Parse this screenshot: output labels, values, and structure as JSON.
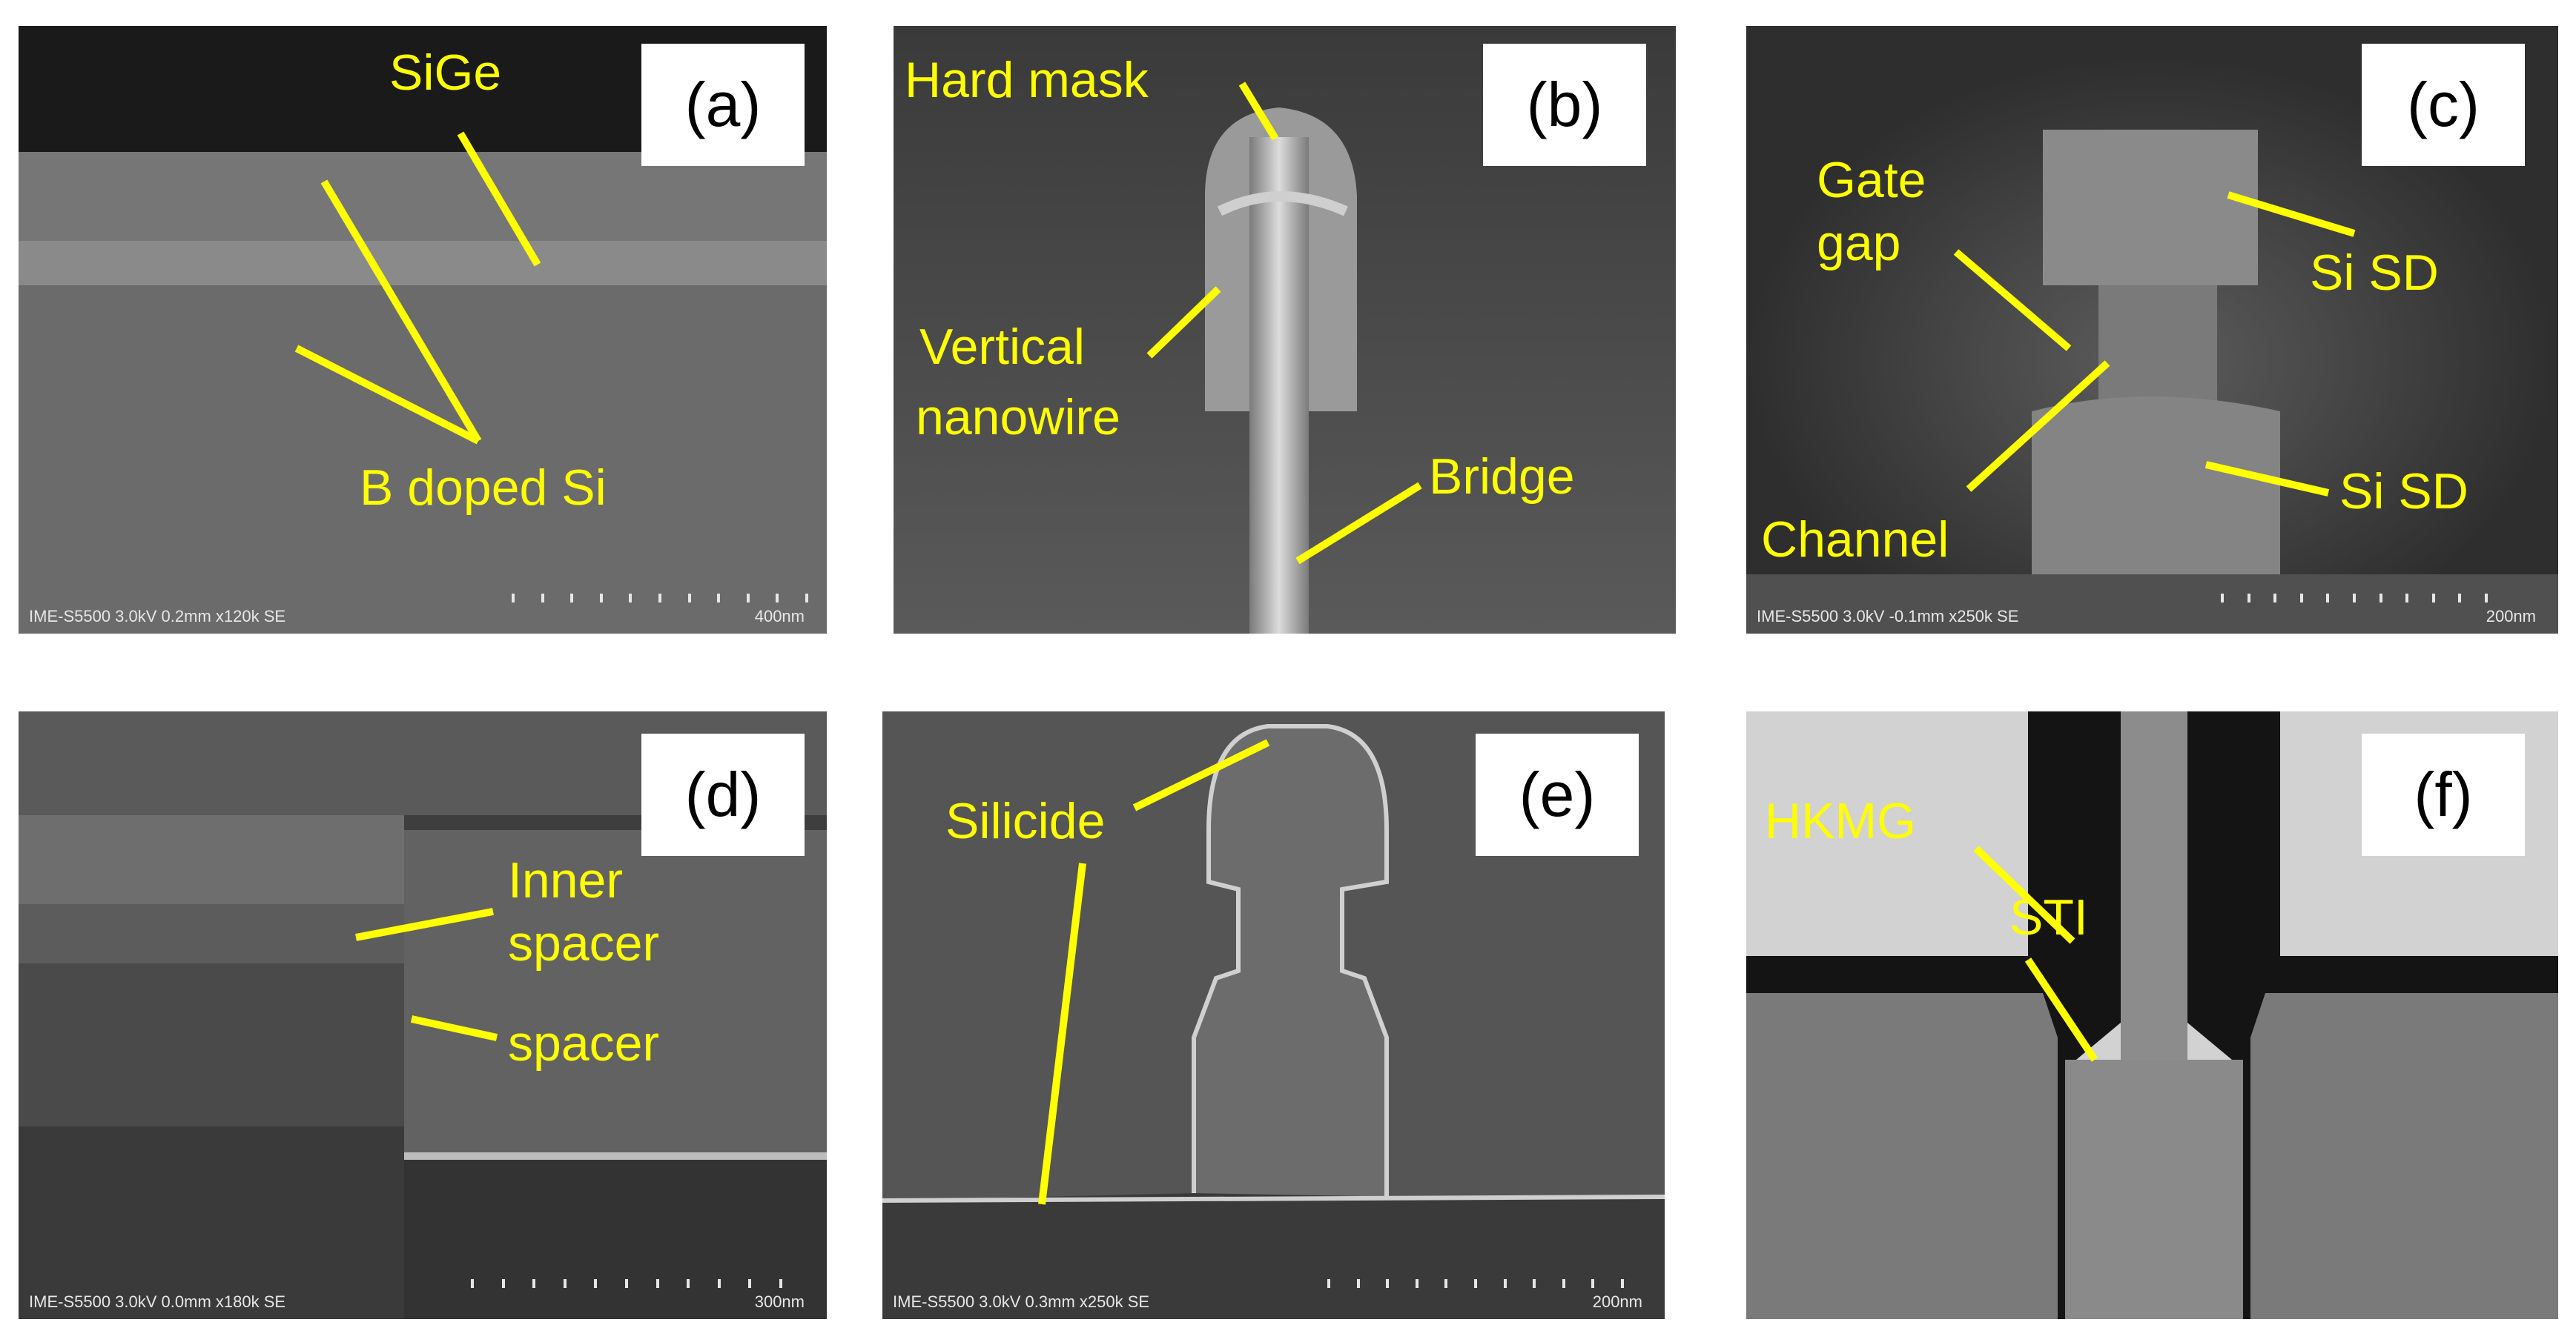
{
  "panels": [
    {
      "tag": "(a)",
      "labels": [
        "SiGe",
        "B doped Si"
      ],
      "info": "IME-S5500 3.0kV 0.2mm x120k SE",
      "scale": "400nm"
    },
    {
      "tag": "(b)",
      "labels": [
        "Hard mask",
        "Vertical",
        "nanowire",
        "Bridge"
      ]
    },
    {
      "tag": "(c)",
      "labels": [
        "Gate",
        "gap",
        "Si SD",
        "Channel",
        "Si SD"
      ],
      "info": "IME-S5500 3.0kV -0.1mm x250k SE",
      "scale": "200nm"
    },
    {
      "tag": "(d)",
      "labels": [
        "Inner",
        "spacer",
        "spacer"
      ],
      "info": "IME-S5500 3.0kV 0.0mm x180k SE",
      "scale": "300nm"
    },
    {
      "tag": "(e)",
      "labels": [
        "Silicide"
      ],
      "info": "IME-S5500 3.0kV 0.3mm x250k SE",
      "scale": "200nm"
    },
    {
      "tag": "(f)",
      "labels": [
        "HKMG",
        "STI"
      ]
    }
  ],
  "colors": {
    "annotation": "#ffff00",
    "sem_dark": "#2a2a2a",
    "sem_mid": "#6a6a6a",
    "tem_light": "#d2d2d2",
    "tem_dark": "#141414"
  }
}
